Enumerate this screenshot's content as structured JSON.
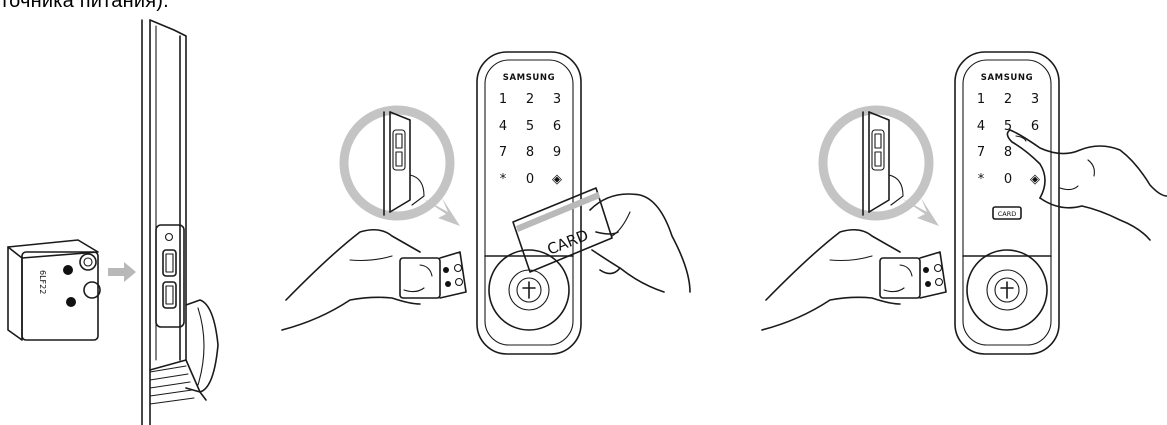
{
  "header_fragment": "точника питания).",
  "battery_label": "6LF22",
  "brand": "SAMSUNG",
  "keypad": [
    "1",
    "2",
    "3",
    "4",
    "5",
    "6",
    "7",
    "8",
    "9",
    "*",
    "0",
    "◈"
  ],
  "card_label": "CARD",
  "card_slot_label": "CARD"
}
